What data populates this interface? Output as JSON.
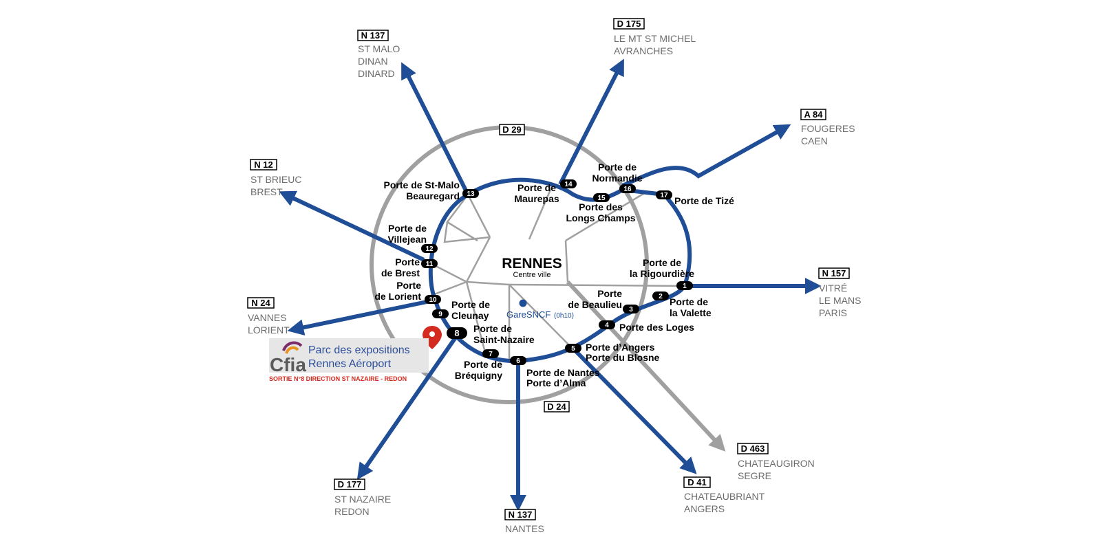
{
  "city": {
    "name": "RENNES",
    "subtitle": "Centre ville"
  },
  "station": {
    "label": "GareSNCF",
    "time": "(0h10)"
  },
  "outer_ring": [
    {
      "id": "d29",
      "road": "D 29"
    },
    {
      "id": "d24",
      "road": "D 24"
    }
  ],
  "routes": [
    {
      "id": "n137-north",
      "road": "N 137",
      "destinations": [
        "ST MALO",
        "DINAN",
        "DINARD"
      ]
    },
    {
      "id": "d175",
      "road": "D 175",
      "destinations": [
        "LE MT ST MICHEL",
        "AVRANCHES"
      ]
    },
    {
      "id": "a84",
      "road": "A 84",
      "destinations": [
        "FOUGERES",
        "CAEN"
      ]
    },
    {
      "id": "n12",
      "road": "N 12",
      "destinations": [
        "ST BRIEUC",
        "BREST"
      ]
    },
    {
      "id": "n157",
      "road": "N 157",
      "destinations": [
        "VITRÉ",
        "LE MANS",
        "PARIS"
      ]
    },
    {
      "id": "n24",
      "road": "N 24",
      "destinations": [
        "VANNES",
        "LORIENT"
      ]
    },
    {
      "id": "d463",
      "road": "D 463",
      "destinations": [
        "CHATEAUGIRON",
        "SEGRE"
      ]
    },
    {
      "id": "d41",
      "road": "D 41",
      "destinations": [
        "CHATEAUBRIANT",
        "ANGERS"
      ]
    },
    {
      "id": "d177",
      "road": "D 177",
      "destinations": [
        "ST NAZAIRE",
        "REDON"
      ]
    },
    {
      "id": "n137-south",
      "road": "N 137",
      "destinations": [
        "NANTES"
      ]
    }
  ],
  "exits": [
    "1",
    "2",
    "3",
    "4",
    "5",
    "6",
    "7",
    "8",
    "9",
    "10",
    "11",
    "12",
    "13",
    "14",
    "15",
    "16",
    "17"
  ],
  "portes": [
    {
      "id": "p1",
      "lines": [
        "Porte de",
        "la Rigourdière"
      ]
    },
    {
      "id": "p2",
      "lines": [
        "Porte de",
        "la Valette"
      ]
    },
    {
      "id": "p3",
      "lines": [
        "Porte",
        "de Beaulieu"
      ]
    },
    {
      "id": "p4",
      "lines": [
        "Porte des Loges"
      ]
    },
    {
      "id": "p5",
      "lines": [
        "Porte d’Angers",
        "Porte du Blosne"
      ]
    },
    {
      "id": "p6",
      "lines": [
        "Porte de Nantes",
        "Porte d’Alma"
      ]
    },
    {
      "id": "p7",
      "lines": [
        "Porte de",
        "Bréquigny"
      ]
    },
    {
      "id": "p8",
      "lines": [
        "Porte de",
        "Saint-Nazaire"
      ]
    },
    {
      "id": "p9",
      "lines": [
        "Porte de",
        "Cleunay"
      ]
    },
    {
      "id": "p10",
      "lines": [
        "Porte",
        "de Lorient"
      ]
    },
    {
      "id": "p11",
      "lines": [
        "Porte",
        "de Brest"
      ]
    },
    {
      "id": "p12",
      "lines": [
        "Porte de",
        "Villejean"
      ]
    },
    {
      "id": "p13",
      "lines": [
        "Porte de St-Malo",
        "Beauregard"
      ]
    },
    {
      "id": "p14",
      "lines": [
        "Porte de",
        "Maurepas"
      ]
    },
    {
      "id": "p15",
      "lines": [
        "Porte des",
        "Longs Champs"
      ]
    },
    {
      "id": "p16",
      "lines": [
        "Porte de",
        "Normandie"
      ]
    },
    {
      "id": "p17",
      "lines": [
        "Porte de Tizé"
      ]
    }
  ],
  "venue": {
    "logo": "Cfia",
    "line1": "Parc des expositions",
    "line2": "Rennes Aéroport",
    "exit_note": "SORTIE N°8 DIRECTION ST NAZAIRE - REDON"
  },
  "colors": {
    "ring_road": "#1f4e96",
    "outer_road": "#a0a0a0",
    "marker": "#d42b20",
    "venue_bg": "#e6e6e6"
  }
}
